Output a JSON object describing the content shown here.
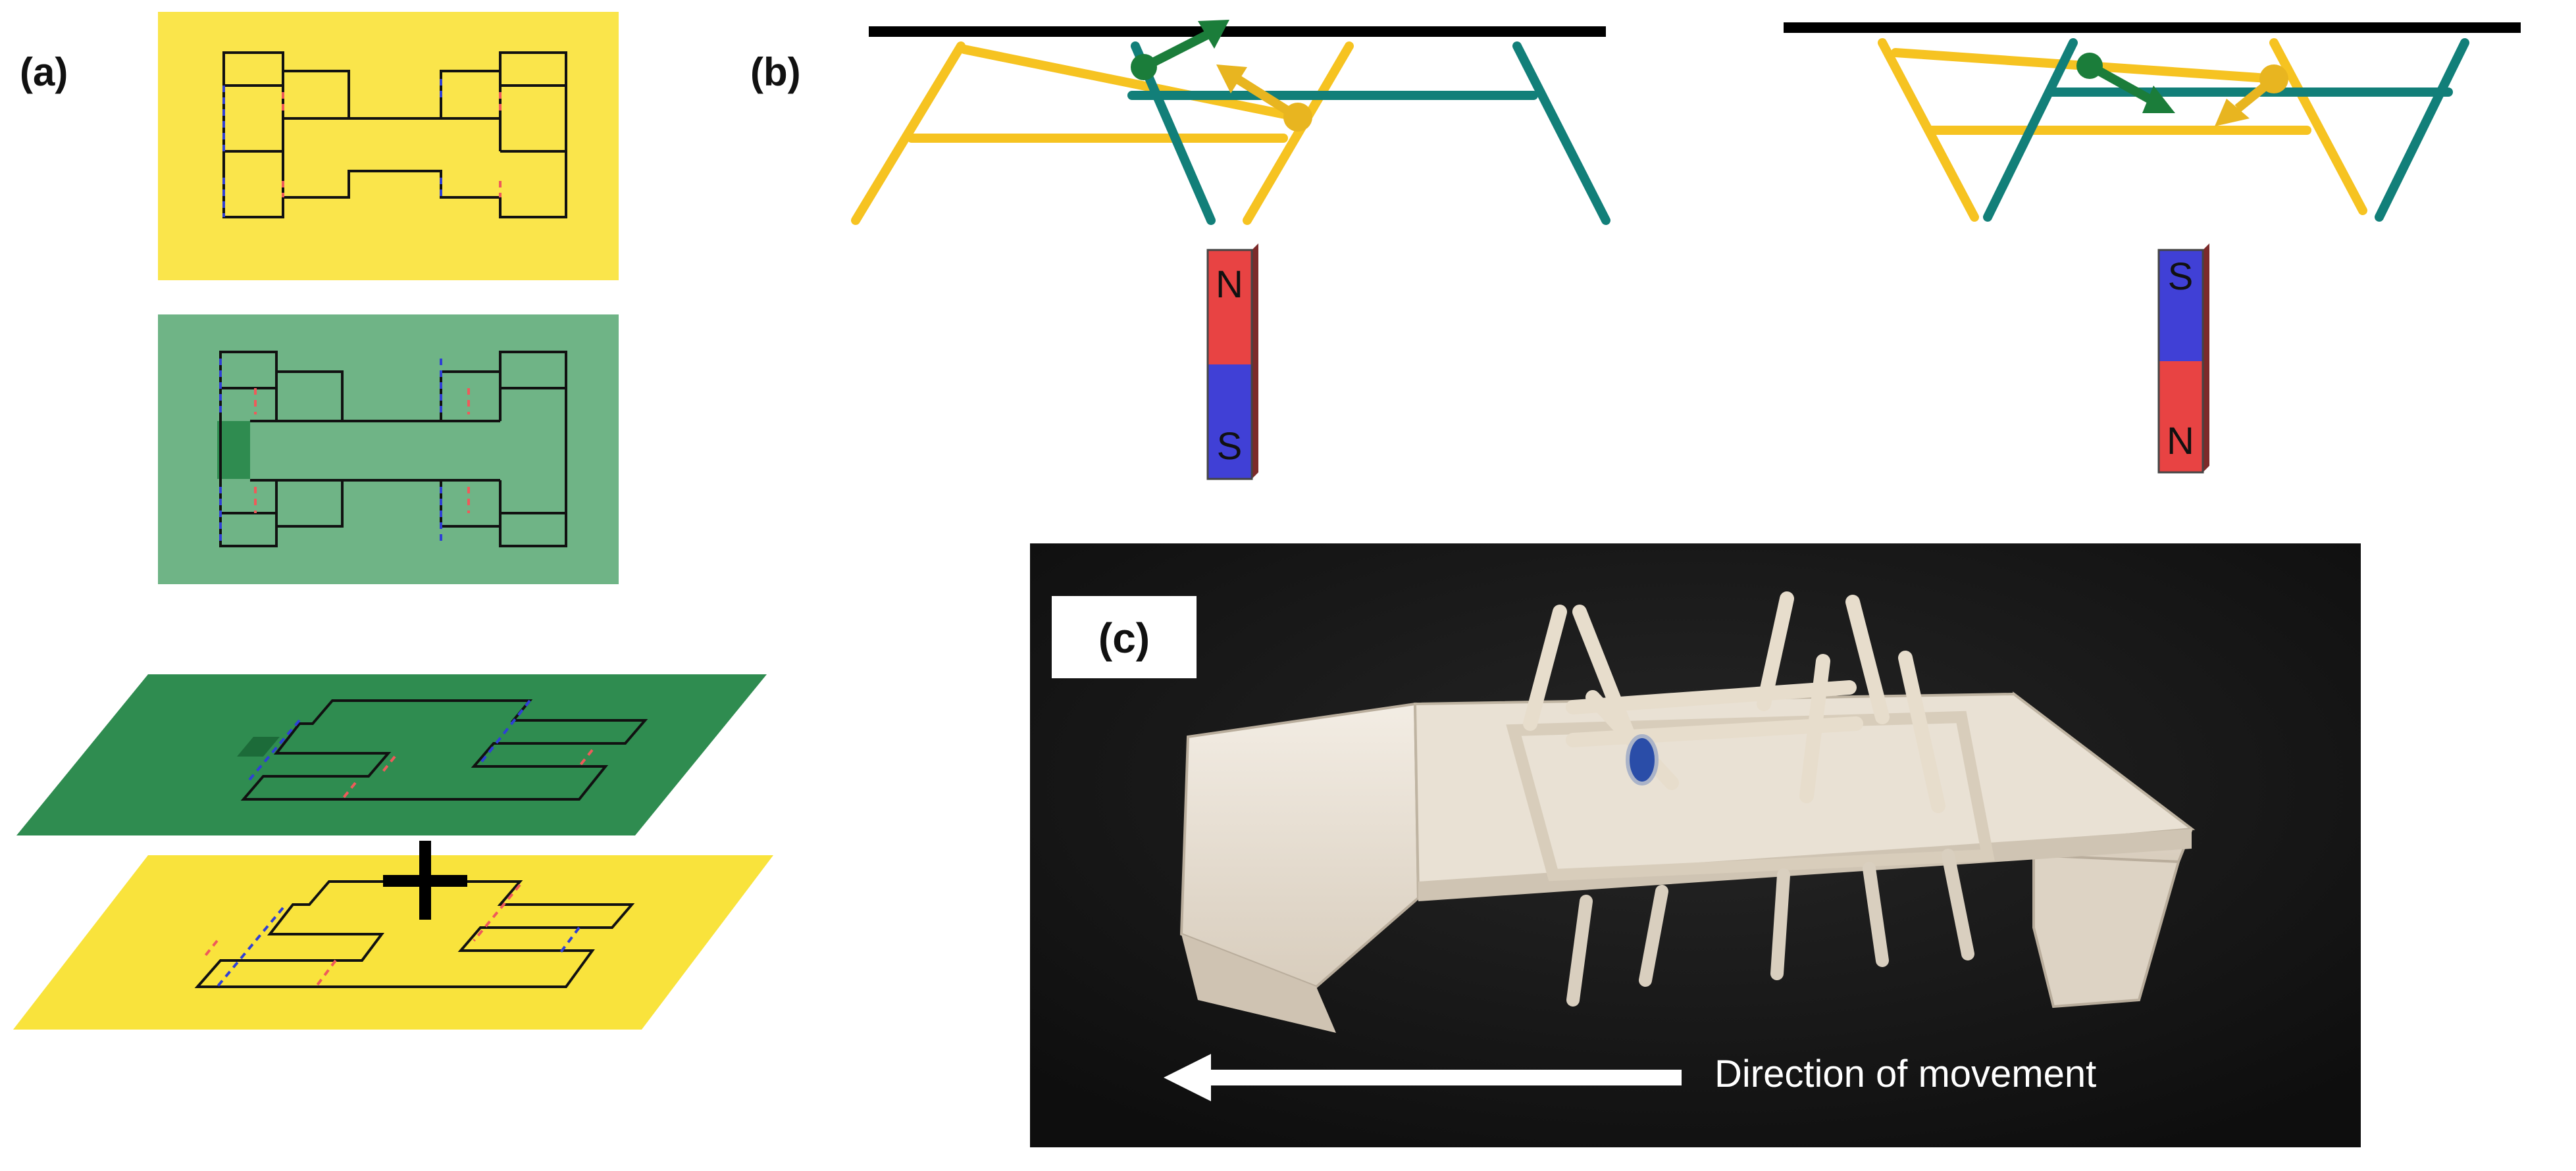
{
  "panels": {
    "a": {
      "label": "(a)"
    },
    "b": {
      "label": "(b)",
      "magnet_left": {
        "top_pole": "N",
        "bottom_pole": "S"
      },
      "magnet_right": {
        "top_pole": "S",
        "bottom_pole": "N"
      }
    },
    "c": {
      "label": "(c)",
      "caption": "Direction of movement"
    }
  },
  "colors": {
    "yellow_sheet": "#fae54b",
    "green_sheet": "#6fb486",
    "dark_green_sheet": "#2f8c50",
    "plus_yellow": "#f9e33c",
    "leg_yellow": "#f6c321",
    "leg_teal": "#127f79",
    "arrow_green": "#1b7d3a",
    "arrow_yellow": "#e8b520",
    "pole_red": "#e84343",
    "pole_blue": "#4040d6",
    "fold_red": "#ef5a5a",
    "fold_blue": "#2f3fd6",
    "photo_bg": "#181818"
  }
}
